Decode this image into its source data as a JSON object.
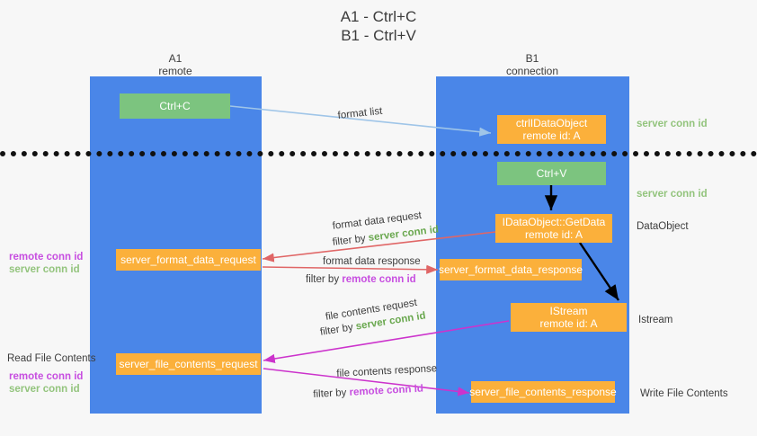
{
  "title": {
    "line1": "A1 - Ctrl+C",
    "line2": "B1 - Ctrl+V"
  },
  "columns": [
    {
      "name": "A1",
      "role": "remote"
    },
    {
      "name": "B1",
      "role": "connection"
    }
  ],
  "nodes": {
    "ctrl_c": "Ctrl+C",
    "ctrl_v": "Ctrl+V",
    "idataobject_title": "ctrlIDataObject",
    "idataobject_sub": "remote id: A",
    "getdata_title": "IDataObject::GetData",
    "getdata_sub": "remote id: A",
    "istream_title": "IStream",
    "istream_sub": "remote id: A",
    "server_format_data_request": "server_format_data_request",
    "server_format_data_response": "server_format_data_response",
    "server_file_contents_request": "server_file_contents_request",
    "server_file_contents_response": "server_file_contents_response"
  },
  "edge_labels": {
    "format_list": "format list",
    "format_data_request": "format data request",
    "format_data_request_filter_prefix": "filter by ",
    "format_data_request_filter_value": "server conn id",
    "format_data_response": "format data response",
    "format_data_response_filter_prefix": "filter by ",
    "format_data_response_filter_value": "remote conn id",
    "file_contents_request": "file contents request",
    "file_contents_request_filter_prefix": "filter by ",
    "file_contents_request_filter_value": "server conn id",
    "file_contents_response": "file contents response",
    "file_contents_response_filter_prefix": "filter by ",
    "file_contents_response_filter_value": "remote conn id"
  },
  "right_annotations": {
    "server_conn_id_top": "server conn id",
    "server_conn_id_mid": "server conn id",
    "dataobject": "DataObject",
    "istream": "Istream",
    "write_file_contents": "Write File Contents"
  },
  "left_annotations": {
    "remote_conn_id_upper": "remote conn id",
    "server_conn_id_upper": "server conn id",
    "read_file_contents": "Read File Contents",
    "remote_conn_id_lower": "remote conn id",
    "server_conn_id_lower": "server conn id"
  },
  "colors": {
    "lane": "#4a86e8",
    "green_node": "#7cc47f",
    "orange_node": "#fbb03b",
    "background": "#f7f7f7",
    "green_text": "#6aa84f",
    "magenta_text": "#c74ee0",
    "arrow_blue": "#9fc5e8",
    "arrow_red": "#e06666",
    "arrow_magenta": "#cc33cc",
    "arrow_black": "#000000",
    "divider": "#111111"
  }
}
